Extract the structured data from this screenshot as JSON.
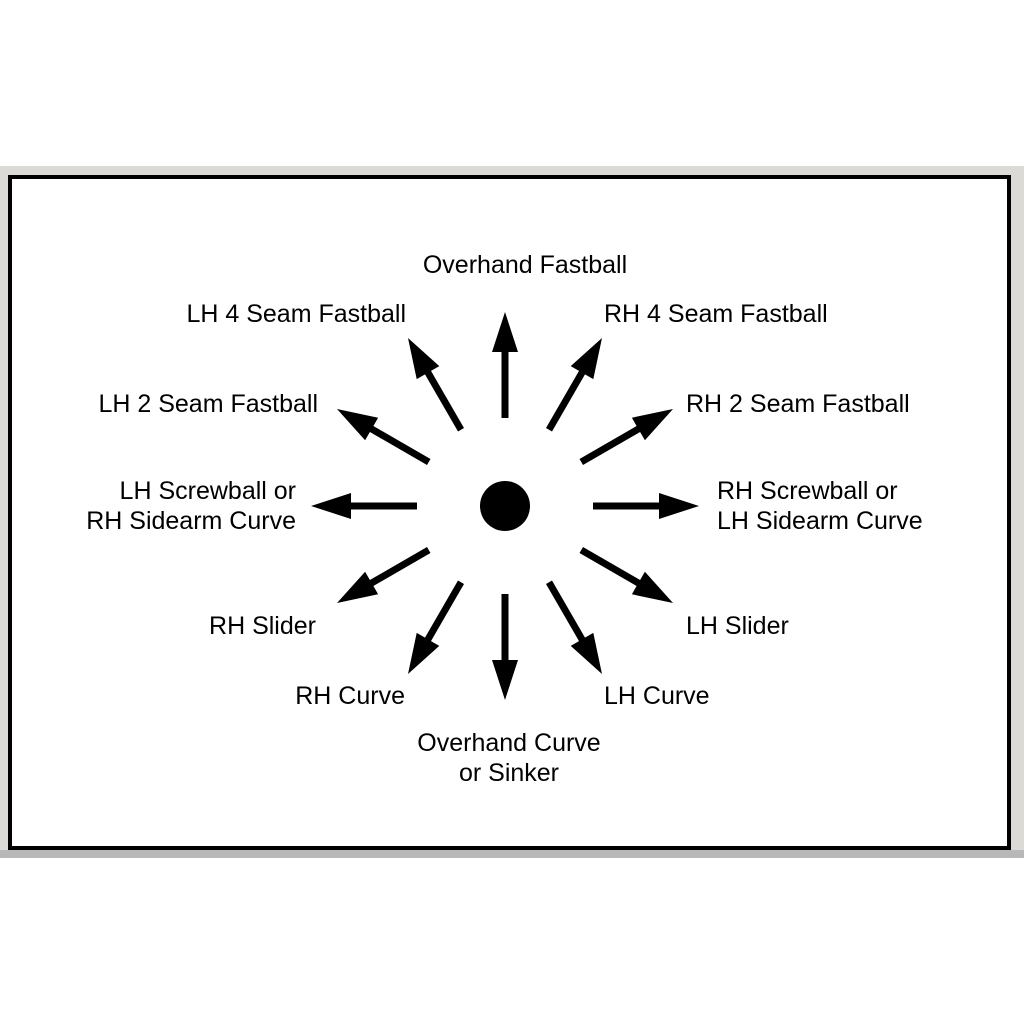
{
  "diagram": {
    "labels": [
      {
        "lines": [
          "Overhand Fastball"
        ],
        "angle": 0
      },
      {
        "lines": [
          "RH 4 Seam Fastball"
        ],
        "angle": 30
      },
      {
        "lines": [
          "RH 2 Seam Fastball"
        ],
        "angle": 60
      },
      {
        "lines": [
          "RH Screwball or",
          "LH Sidearm Curve"
        ],
        "angle": 90
      },
      {
        "lines": [
          "LH Slider"
        ],
        "angle": 120
      },
      {
        "lines": [
          "LH Curve"
        ],
        "angle": 150
      },
      {
        "lines": [
          "Overhand Curve",
          "or Sinker"
        ],
        "angle": 180
      },
      {
        "lines": [
          "RH Curve"
        ],
        "angle": 210
      },
      {
        "lines": [
          "RH Slider"
        ],
        "angle": 240
      },
      {
        "lines": [
          "LH Screwball or",
          "RH Sidearm Curve"
        ],
        "angle": 270
      },
      {
        "lines": [
          "LH 2 Seam Fastball"
        ],
        "angle": 300
      },
      {
        "lines": [
          "LH 4 Seam Fastball"
        ],
        "angle": 330
      }
    ]
  }
}
